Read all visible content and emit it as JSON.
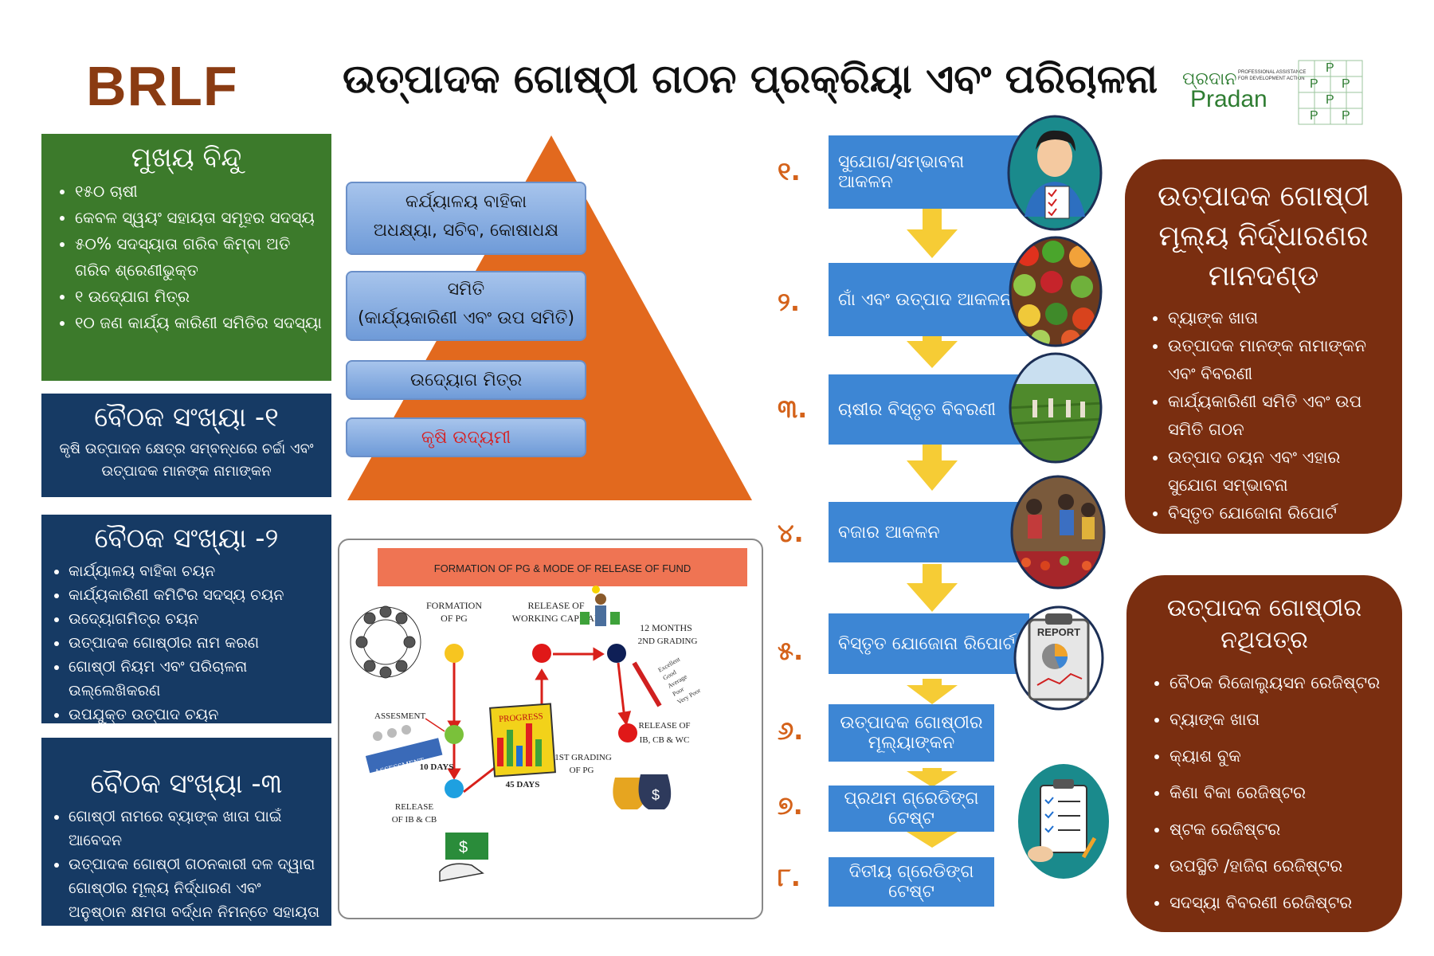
{
  "header": {
    "brand": "BRLF",
    "title": "ଉତ୍ପାଦକ ଗୋଷ୍ଠୀ ଗଠନ ପ୍ରକ୍ରିୟା ଏବଂ ପରିଚାଳନା",
    "partner_logo_text": "Pradan",
    "partner_logo_script": "ପ୍ରଦାନ",
    "partner_tagline_1": "PROFESSIONAL ASSISTANCE",
    "partner_tagline_2": "FOR DEVELOPMENT ACTION"
  },
  "key_points": {
    "title": "ମୁଖ୍ୟ ବିନ୍ଦୁ",
    "items": [
      "୧୫୦ ଚାଷୀ",
      "କେବଳ ସ୍ୱୟଂ ସହାୟତା ସମୂହର ସଦସ୍ୟ",
      "୫୦% ସଦସ୍ୟାତା ଗରିବ କିମ୍ବା ଅତି ଗରିବ ଶ୍ରେଣୀଭୁକ୍ତ",
      "୧ ଉଦ୍ଯୋଗ ମିତ୍ର",
      "୧୦ ଜଣ କାର୍ଯ୍ୟ କାରିଣୀ ସମିତିର ସଦସ୍ୟା"
    ]
  },
  "meeting_1": {
    "title": "ବୈଠକ ସଂଖ୍ୟା -୧",
    "text": "କୃଷି ଉତ୍ପାଦନ କ୍ଷେତ୍ର ସମ୍ବନ୍ଧରେ ଚର୍ଚ୍ଚା ଏବଂ ଉତ୍ପାଦକ ମାନଙ୍କ ନାମାଙ୍କନ"
  },
  "meeting_2": {
    "title": "ବୈଠକ ସଂଖ୍ୟା -୨",
    "items": [
      "କାର୍ଯ୍ୟାଳୟ ବାହିକା ଚୟନ",
      "କାର୍ଯ୍ୟକାରିଣୀ କମିଟିର ସଦସ୍ୟ ଚୟନ",
      "ଉଦ୍ୟୋଗମିତ୍ର ଚୟନ",
      "ଉତ୍ପାଦକ ଗୋଷ୍ଠୀର ନାମ କରଣ",
      "ଗୋଷ୍ଠୀ ନିୟମ ଏବଂ ପରିଚାଳନା ଉଲ୍ଲେଖିକରଣ",
      "ଉପଯୁକ୍ତ ଉତ୍ପାଦ ଚୟନ"
    ]
  },
  "meeting_3": {
    "title": "ବୈଠକ ସଂଖ୍ୟା -୩",
    "items": [
      "ଗୋଷ୍ଠୀ ନାମରେ ବ୍ୟାଙ୍କ ଖାତା ପାଇଁ ଆବେଦନ",
      "ଉତ୍ପାଦକ ଗୋଷ୍ଠୀ ଗଠନକାରୀ ଦଳ ଦ୍ୱାରା ଗୋଷ୍ଠୀର ମୂଲ୍ୟ ନିର୍ଦ୍ଧାରଣ ଏବଂ ଅନୁଷ୍ଠାନ କ୍ଷମତା ବର୍ଦ୍ଧନ ନିମନ୍ତେ ସହାୟତା ରାଶି ଆବେଦନ"
    ]
  },
  "pyramid": {
    "tier_1_line_1": "କର୍ଯ୍ୟାଳୟ ବାହିକା",
    "tier_1_line_2": "ଅଧକ୍ଷ୍ୟା, ସଚିବ, କୋଷାଧକ୍ଷ",
    "tier_2_line_1": "ସମିତି",
    "tier_2_line_2": "(କାର୍ଯ୍ୟକାରିଣୀ ଏବଂ ଉପ ସମିତି)",
    "tier_3": "ଉଦ୍ୟୋଗ ମିତ୍ର",
    "tier_4": "କୃଷି ଉଦ୍ୟମୀ",
    "colors": {
      "triangle": "#e2691e",
      "tier_fill": "#8db0e2",
      "tier_4_text": "#d81e1e"
    }
  },
  "fund_flow": {
    "title": "FORMATION OF PG & MODE OF RELEASE OF FUND",
    "formation_1": "FORMATION",
    "formation_2": "OF PG",
    "release_wc_1": "RELEASE OF",
    "release_wc_2": "WORKING CAPITAL",
    "months_1": "12 MONTHS",
    "months_2": "2ND GRADING",
    "assessment": "ASSESMENT",
    "assessment_sign": "ASSESSMENT",
    "progress_board": "PROGRESS",
    "days_10": "10 DAYS",
    "days_45": "45 DAYS",
    "grading_1_1": "1ST GRADING",
    "grading_1_2": "OF PG",
    "release_ibcb_1": "RELEASE",
    "release_ibcb_2": "OF IB & CB",
    "release_final_1": "RELEASE OF",
    "release_final_2": "IB, CB & WC",
    "checklist": [
      "Excellent",
      "Good",
      "Average",
      "Poor",
      "Very Poor"
    ],
    "dot_colors": {
      "yellow": "#f7c520",
      "red": "#e01818",
      "navy": "#0e1f56",
      "green": "#7ac13a",
      "cyan": "#1ea0e0"
    }
  },
  "steps": {
    "numbers": [
      "୧.",
      "୨.",
      "୩.",
      "୪.",
      "୫.",
      "୬.",
      "୭.",
      "୮."
    ],
    "items": [
      "ସୁଯୋଗ/ସମ୍ଭାବନା ଆକଳନ",
      "ଗାଁ ଏବଂ ଉତ୍ପାଦ ଆକଳନ",
      "ଚାଷୀର ବିସ୍ତୃତ ବିବରଣୀ",
      "ବଜାର ଆକଳନ",
      "ବିସ୍ତୃତ ଯୋଜୋନା ରିପୋର୍ଟ",
      "ଉତ୍ପାଦକ ଗୋଷ୍ଠୀର ମୂଲ୍ୟାଙ୍କନ",
      "ପ୍ରଥମ ଗ୍ରେଡିଙ୍ଗ ଟେଷ୍ଟ",
      "ଦିତୀୟ ଗ୍ରେଡିଙ୍ଗ ଟେଷ୍ଟ"
    ],
    "report_label": "REPORT",
    "colors": {
      "box": "#3d86d4",
      "arrow": "#f6cc35",
      "number": "#d4621a"
    }
  },
  "valuation_criteria": {
    "title": "ଉତ୍ପାଦକ ଗୋଷ୍ଠୀ ମୂଲ୍ୟ ନିର୍ଦ୍ଧାରଣର ମାନଦଣ୍ଡ",
    "items": [
      "ବ୍ୟାଙ୍କ ଖାତା",
      "ଉତ୍ପାଦକ ମାନଙ୍କ ନାମାଙ୍କନ ଏବଂ ବିବରଣୀ",
      "କାର୍ଯ୍ୟକାରିଣୀ ସମିତି ଏବଂ ଉପ ସମିତି ଗଠନ",
      "ଉତ୍ପାଦ ଚୟନ ଏବଂ ଏହାର ସୁଯୋଗ ସମ୍ଭାବନା",
      "ବିସ୍ତୃତ ଯୋଜୋନା ରିପୋର୍ଟ"
    ]
  },
  "documents": {
    "title": "ଉତ୍ପାଦକ ଗୋଷ୍ଠୀର ନଥିପତ୍ର",
    "items": [
      "ବୈଠକ ରିଜୋଲ୍ୟୁସନ ରେଜିଷ୍ଟର",
      "ବ୍ୟାଙ୍କ ଖାତା",
      "କ୍ୟାଶ ବୁକ",
      "କିଣା ବିକା ରେଜିଷ୍ଟର",
      "ଷ୍ଟକ ରେଜିଷ୍ଟର",
      "ଉପସ୍ଥିତି /ହାଜିରା ରେଜିଷ୍ଟର",
      "ସଦସ୍ୟା ବିବରଣୀ ରେଜିଷ୍ଟର"
    ]
  },
  "colors": {
    "brand": "#8a3b12",
    "green_box": "#3c7a2b",
    "navy_box": "#163a64",
    "brown_box": "#7a2e10",
    "pradan_green": "#2f7d32"
  }
}
